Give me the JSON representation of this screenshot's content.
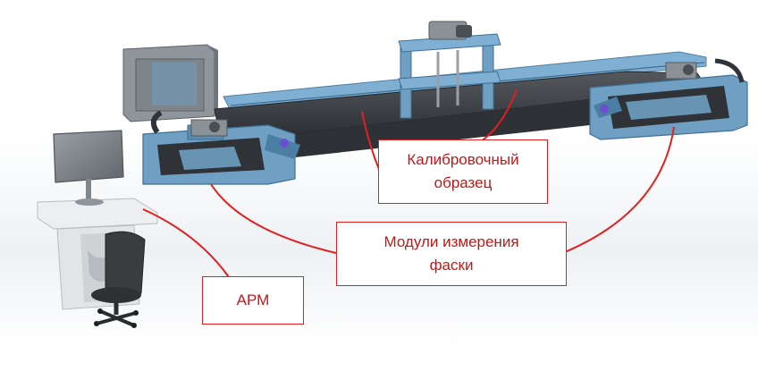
{
  "labels": {
    "calibration_line1": "Калибровочный",
    "calibration_line2": "образец",
    "modules_line1": "Модули измерения",
    "modules_line2": "фаски",
    "arm": "АРМ"
  },
  "colors": {
    "callout_line": "#e02020",
    "callout_text": "#c01818",
    "frame_blue": "#6f9fc2",
    "frame_dark": "#3f6f92",
    "belt": "#3b3e42",
    "cabinet": "#8e969c",
    "desk": "#e8eaec",
    "chair": "#3a3c40"
  }
}
